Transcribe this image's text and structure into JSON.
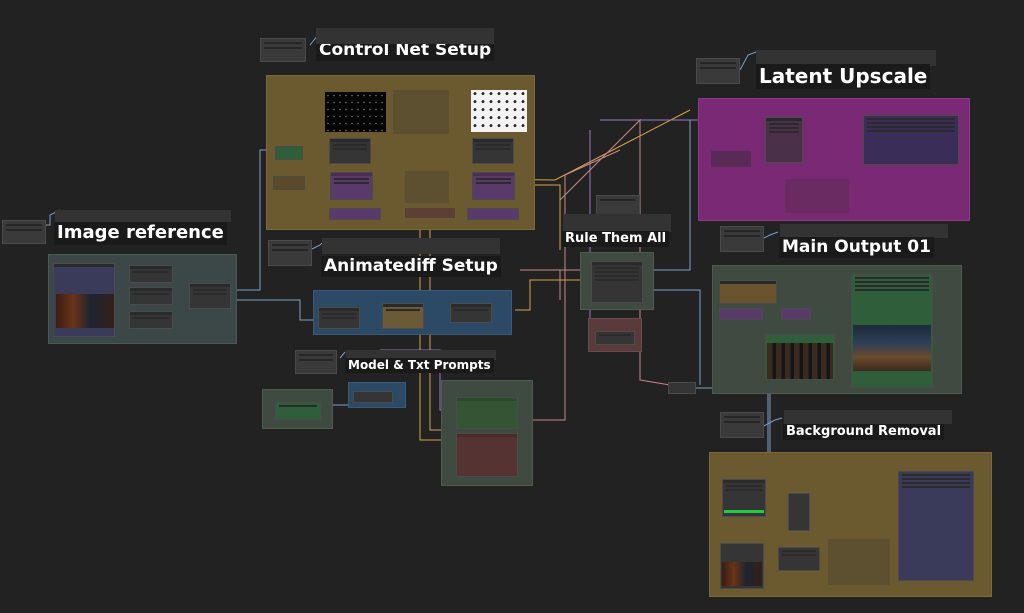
{
  "app": "ComfyUI node graph",
  "titles": {
    "control_net": "Control Net Setup",
    "latent_upscale": "Latent Upscale",
    "image_reference": "Image reference",
    "animatediff": "Animatediff Setup",
    "rule_them_all": "Rule Them All",
    "main_output": "Main Output 01",
    "model_prompts": "Model & Txt Prompts",
    "background_removal": "Background Removal"
  },
  "colors": {
    "canvas": "#222222",
    "control_net_group": "#6b5a2f",
    "latent_upscale_group": "#7a2a74",
    "image_reference_group": "#3c4848",
    "animatediff_group": "#2c4a66",
    "main_output_group": "#3f4a40",
    "prompts_group": "#3f4a40",
    "background_removal_group": "#6b5a2f",
    "positive_prompt": "#335533",
    "negative_prompt": "#553333",
    "wire_yellow": "#d7a44a",
    "wire_blue": "#7aa0c8",
    "wire_pink": "#c88a8a",
    "wire_purple": "#9a7ac8"
  }
}
